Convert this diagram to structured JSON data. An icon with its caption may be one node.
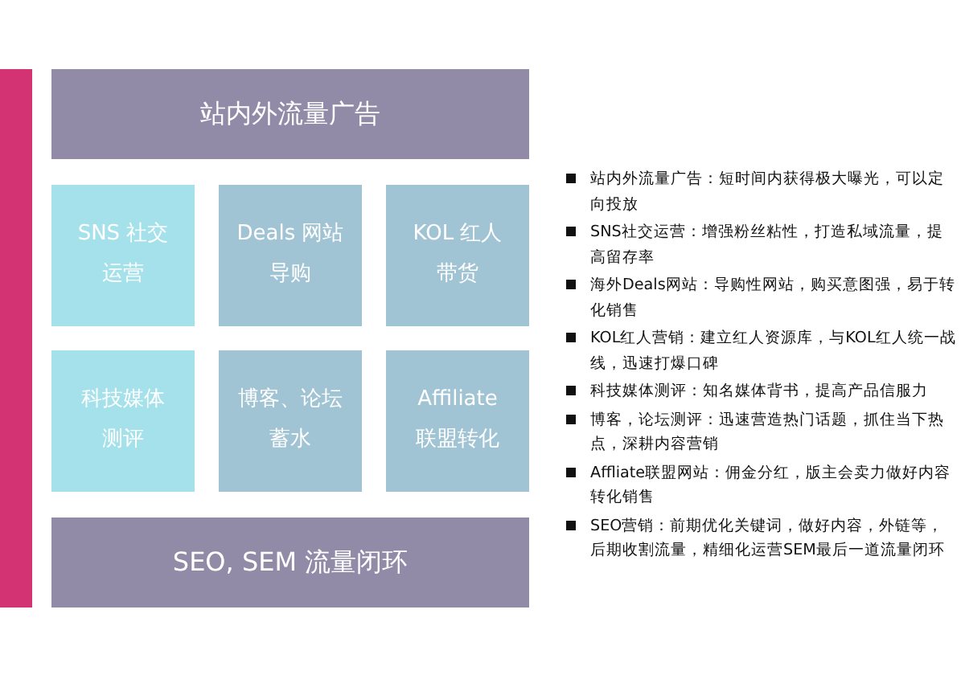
{
  "diagram": {
    "nodes": [
      {
        "text": [],
        "shape": "bar"
      },
      {
        "text": [
          "站内外流量广告"
        ]
      },
      {
        "text": [
          "SNS 社交运营"
        ]
      },
      {
        "text": [
          "Deals 网站导购"
        ]
      },
      {
        "text": [
          "KOL 红人带货"
        ]
      },
      {
        "text": [
          "科技媒体测评"
        ]
      },
      {
        "text": [
          "博客、论坛蓄水"
        ]
      },
      {
        "text": [
          "Affiliate 联盟转化"
        ]
      },
      {
        "text": [
          "SEO, SEM 流量闭环"
        ]
      }
    ],
    "labels": [
      "站内外流量广告：短时间内获得极大曝光，可以定向投放",
      "SNS社交运营：增强粉丝粘性，打造私域流量，提高留存率",
      "海外Deals网站：导购性网站，购买意图强，易于转化销售",
      "KOL红人营销：建立红人资源库，与KOL红人统一战线，迅速打爆口碑",
      "科技媒体测评：知名媒体背书，提高产品信服力",
      "博客，论坛测评：迅速营造热门话题，抓住当下热点，深耕内容营销",
      "Affliate联盟网站：佣金分红，版主会卖力做好内容转化销售",
      "SEO营销：前期优化关键词，做好内容，外链等，后期收割流量，精细化运营SEM最后一道流量闭环"
    ]
  }
}
